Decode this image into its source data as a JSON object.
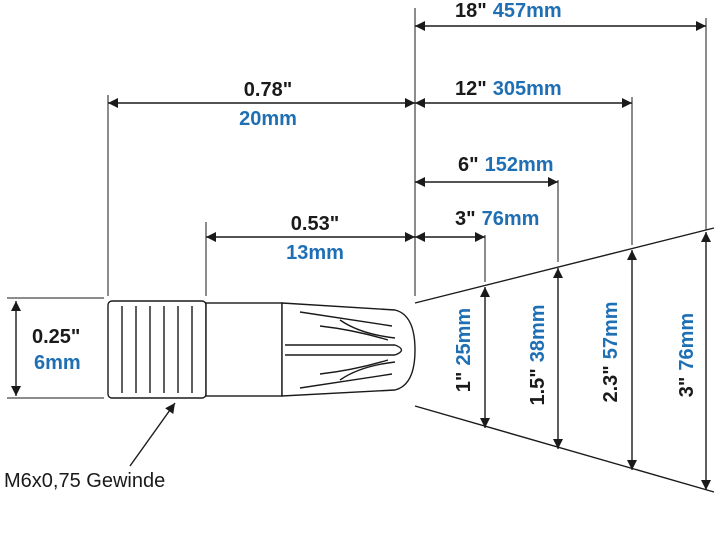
{
  "colors": {
    "ink": "#1a1a1a",
    "blue": "#1f6fb5",
    "background": "#ffffff"
  },
  "nozzle": {
    "thread_label": "M6x0,75 Gewinde"
  },
  "dimensions": {
    "total_length": {
      "inch": "0.78\"",
      "mm": "20mm"
    },
    "body_length": {
      "inch": "0.53\"",
      "mm": "13mm"
    },
    "thread_diameter": {
      "inch": "0.25\"",
      "mm": "6mm"
    }
  },
  "spray_distances": [
    {
      "inch": "18\"",
      "mm": "457mm"
    },
    {
      "inch": "12\"",
      "mm": "305mm"
    },
    {
      "inch": "6\"",
      "mm": "152mm"
    },
    {
      "inch": "3\"",
      "mm": "76mm"
    }
  ],
  "spray_widths": [
    {
      "inch": "1\"",
      "mm": "25mm"
    },
    {
      "inch": "1.5\"",
      "mm": "38mm"
    },
    {
      "inch": "2.3\"",
      "mm": "57mm"
    },
    {
      "inch": "3\"",
      "mm": "76mm"
    }
  ]
}
